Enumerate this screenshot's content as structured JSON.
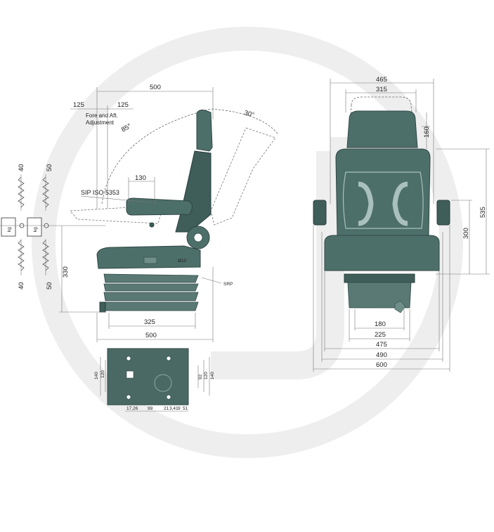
{
  "side_view": {
    "top_total": "500",
    "top_left": "125",
    "top_right": "125",
    "fore_aft_line1": "Fore and Aft.",
    "fore_aft_line2": "Adjustment",
    "angle_recline": "85°",
    "angle_backrest": "30°",
    "armrest_width": "130",
    "sip_label": "SIP ISO 5353",
    "diameter_label": "Ø10",
    "srp_label": "SRP",
    "seat_height": "330",
    "base_depth": "325",
    "overall_depth": "500"
  },
  "suspension": {
    "left_top": "40",
    "left_bottom": "40",
    "right_top": "50",
    "right_bottom": "50",
    "left_box": "kg",
    "right_box": "kg"
  },
  "front_view": {
    "backrest_outer": "465",
    "headrest_width": "315",
    "headrest_height": "160",
    "back_height": "535",
    "armrest_height": "300",
    "rail_180": "180",
    "rail_225": "225",
    "width_475": "475",
    "width_490": "490",
    "width_600": "600"
  },
  "base_plate": {
    "left_outer": "140",
    "left_inner": "120",
    "right_a": "92",
    "right_b": "120",
    "right_outer": "140",
    "bottom_1": "17,26",
    "bottom_2": "99",
    "bottom_3": "21",
    "bottom_4": "3,41",
    "bottom_5": "9",
    "bottom_6": "51"
  },
  "watermark_color": "#eeeeee",
  "seat_color": "#4d6f6a"
}
